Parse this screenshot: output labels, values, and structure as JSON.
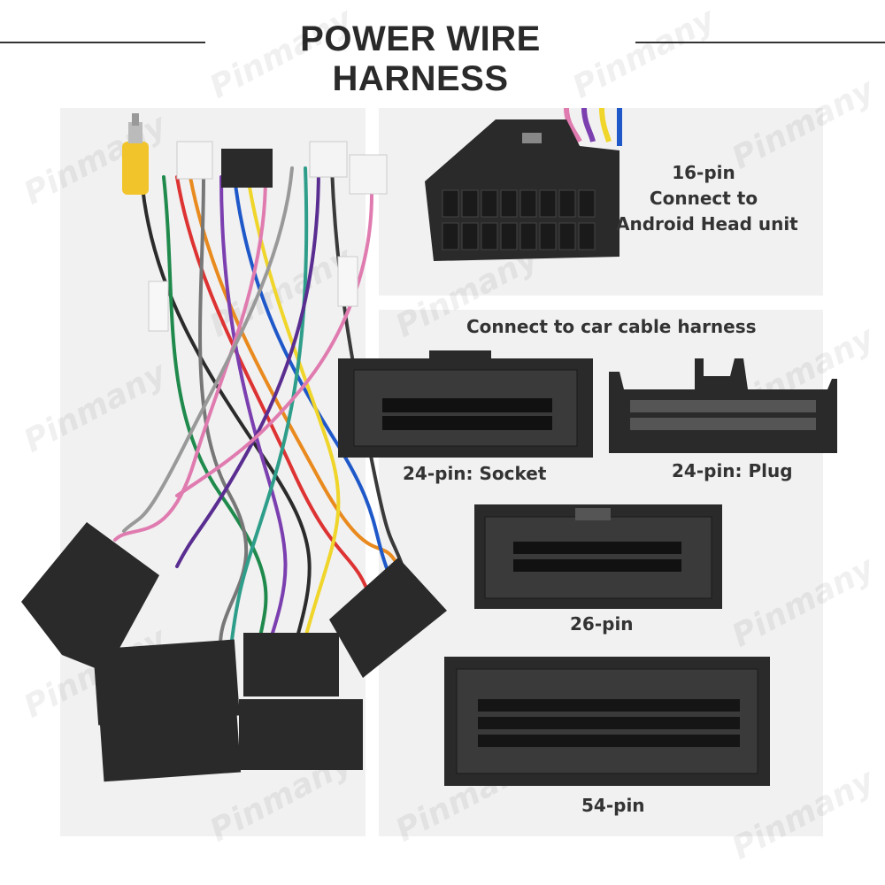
{
  "header": {
    "title": "POWER WIRE HARNESS"
  },
  "labels": {
    "pin16_line1": "16-pin",
    "pin16_line2": "Connect to",
    "pin16_line3": "Android Head unit",
    "car_harness": "Connect to car cable harness",
    "socket24": "24-pin: Socket",
    "plug24": "24-pin: Plug",
    "pin26": "26-pin",
    "pin54": "54-pin"
  },
  "watermark": "Pinmany",
  "colors": {
    "panel": "#f1f1f1",
    "connector": "#2a2a2a",
    "text": "#333333"
  }
}
